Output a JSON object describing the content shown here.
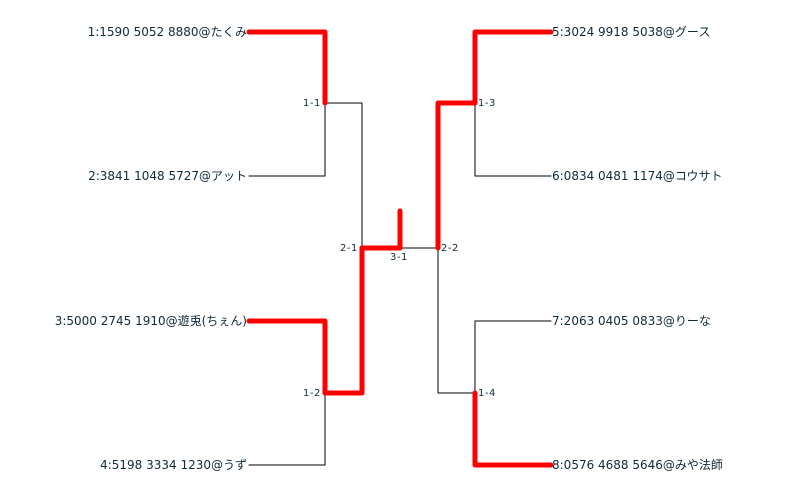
{
  "colors": {
    "winner_line": "#ff0000",
    "normal_line": "#000000",
    "text": "#0e2a3a",
    "background": "#ffffff"
  },
  "players": [
    {
      "seed": 1,
      "label": "1:1590 5052 8880@たくみ",
      "side": "left",
      "won_matches": [
        "1-1"
      ]
    },
    {
      "seed": 2,
      "label": "2:3841 1048 5727@アット",
      "side": "left",
      "won_matches": []
    },
    {
      "seed": 3,
      "label": "3:5000 2745 1910@遊兎(ちぇん)",
      "side": "left",
      "won_matches": [
        "1-2"
      ]
    },
    {
      "seed": 4,
      "label": "4:5198 3334 1230@うず",
      "side": "left",
      "won_matches": []
    },
    {
      "seed": 5,
      "label": "5:3024 9918 5038@グース",
      "side": "right",
      "won_matches": [
        "1-3"
      ]
    },
    {
      "seed": 6,
      "label": "6:0834 0481 1174@コウサト",
      "side": "right",
      "won_matches": []
    },
    {
      "seed": 7,
      "label": "7:2063 0405 0833@りーな",
      "side": "right",
      "won_matches": []
    },
    {
      "seed": 8,
      "label": "8:0576 4688 5646@みや法師",
      "side": "right",
      "won_matches": [
        "1-4"
      ]
    }
  ],
  "matches": [
    {
      "id": "1-1",
      "label": "1-1",
      "winner_seed": 1
    },
    {
      "id": "1-2",
      "label": "1-2",
      "winner_seed": 3
    },
    {
      "id": "1-3",
      "label": "1-3",
      "winner_seed": 5
    },
    {
      "id": "1-4",
      "label": "1-4",
      "winner_seed": 8
    },
    {
      "id": "2-1",
      "label": "2-1",
      "winner_seed": 3
    },
    {
      "id": "2-2",
      "label": "2-2",
      "winner_seed": 5
    },
    {
      "id": "3-1",
      "label": "3-1",
      "winner_seed": 3
    }
  ]
}
